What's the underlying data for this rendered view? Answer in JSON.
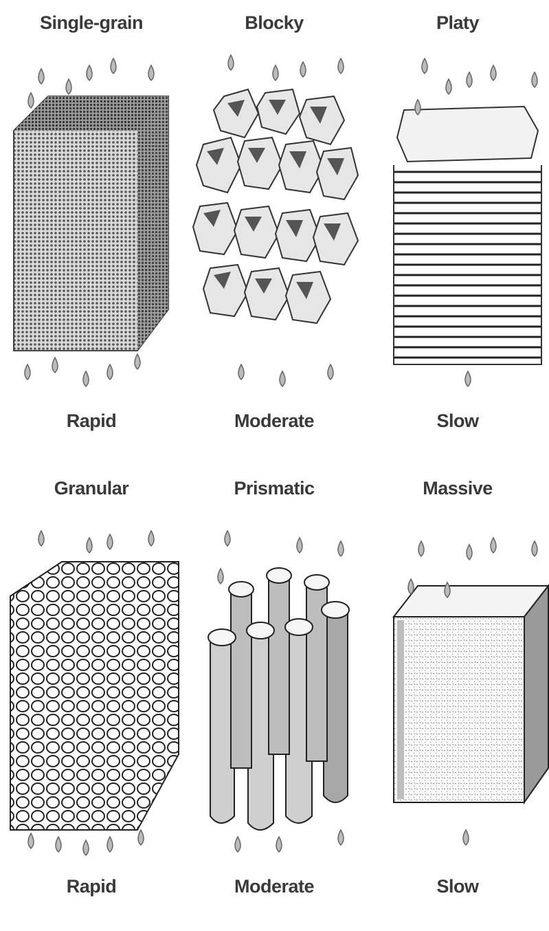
{
  "panels": [
    {
      "structure": "Single-grain",
      "rate": "Rapid"
    },
    {
      "structure": "Blocky",
      "rate": "Moderate"
    },
    {
      "structure": "Platy",
      "rate": "Slow"
    },
    {
      "structure": "Granular",
      "rate": "Rapid"
    },
    {
      "structure": "Prismatic",
      "rate": "Moderate"
    },
    {
      "structure": "Massive",
      "rate": "Slow"
    }
  ]
}
